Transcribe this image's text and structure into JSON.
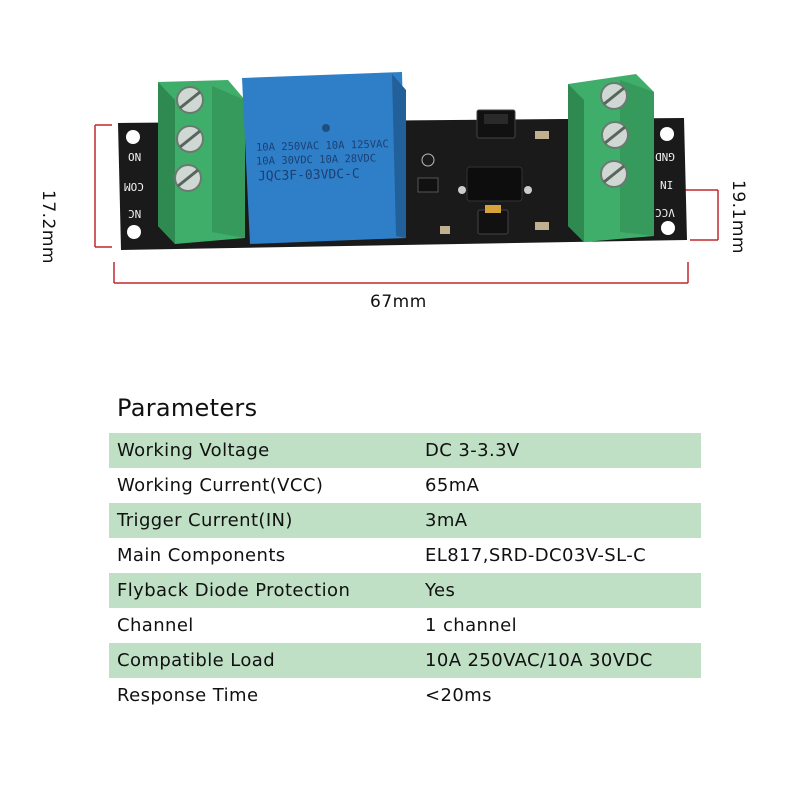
{
  "product": {
    "dimensions": {
      "width": "67mm",
      "left_height": "17.2mm",
      "right_height": "19.1mm"
    },
    "pins_left": [
      "NO",
      "COM",
      "NC"
    ],
    "pins_right": [
      "GND",
      "IN",
      "VCC"
    ],
    "relay_text": {
      "line1": "10A 250VAC 10A 125VAC",
      "line2": "10A  30VDC 10A  28VDC",
      "model": "JQC3F-03VDC-C"
    },
    "colors": {
      "pcb": "#1a1a1a",
      "terminal": "#3fae6a",
      "relay": "#2f7fc8",
      "dimension_line": "#c0282d"
    }
  },
  "parameters": {
    "title": "Parameters",
    "rows": [
      {
        "name": "Working Voltage",
        "value": "DC 3-3.3V"
      },
      {
        "name": "Working Current(VCC)",
        "value": "65mA"
      },
      {
        "name": "Trigger Current(IN)",
        "value": "3mA"
      },
      {
        "name": "Main Components",
        "value": "EL817,SRD-DC03V-SL-C"
      },
      {
        "name": "Flyback Diode Protection",
        "value": "Yes"
      },
      {
        "name": "Channel",
        "value": "1 channel"
      },
      {
        "name": "Compatible Load",
        "value": "10A 250VAC/10A 30VDC"
      },
      {
        "name": "Response Time",
        "value": "<20ms"
      }
    ],
    "stripe_color": "#bfe0c5"
  }
}
